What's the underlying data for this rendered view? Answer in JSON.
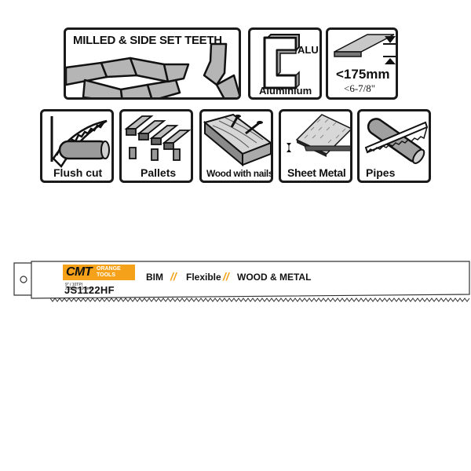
{
  "pictograms": {
    "teeth": {
      "label": "MILLED & SIDE SET TEETH"
    },
    "aluminium": {
      "badge": "ALU",
      "label": "Aluminium"
    },
    "max_thickness": {
      "metric": "<175mm",
      "imperial": "<6-7/8\""
    },
    "applications": [
      {
        "label": "Flush cut"
      },
      {
        "label": "Pallets"
      },
      {
        "label": "Wood with nails"
      },
      {
        "label": "Sheet Metal"
      },
      {
        "label": "Pipes"
      }
    ]
  },
  "blade": {
    "brand": "CMT",
    "brand_sub_1": "ORANGE",
    "brand_sub_2": "TOOLS",
    "code": "JS1122HF",
    "material": "BIM",
    "separator": "//",
    "type": "Flexible",
    "use": "WOOD & METAL",
    "spec_1": "9\" / 10TPI",
    "spec_2": "225mm / 2,5mm",
    "colors": {
      "orange": "#f5a21a",
      "black": "#111111",
      "accent": "#f5a21a"
    }
  }
}
